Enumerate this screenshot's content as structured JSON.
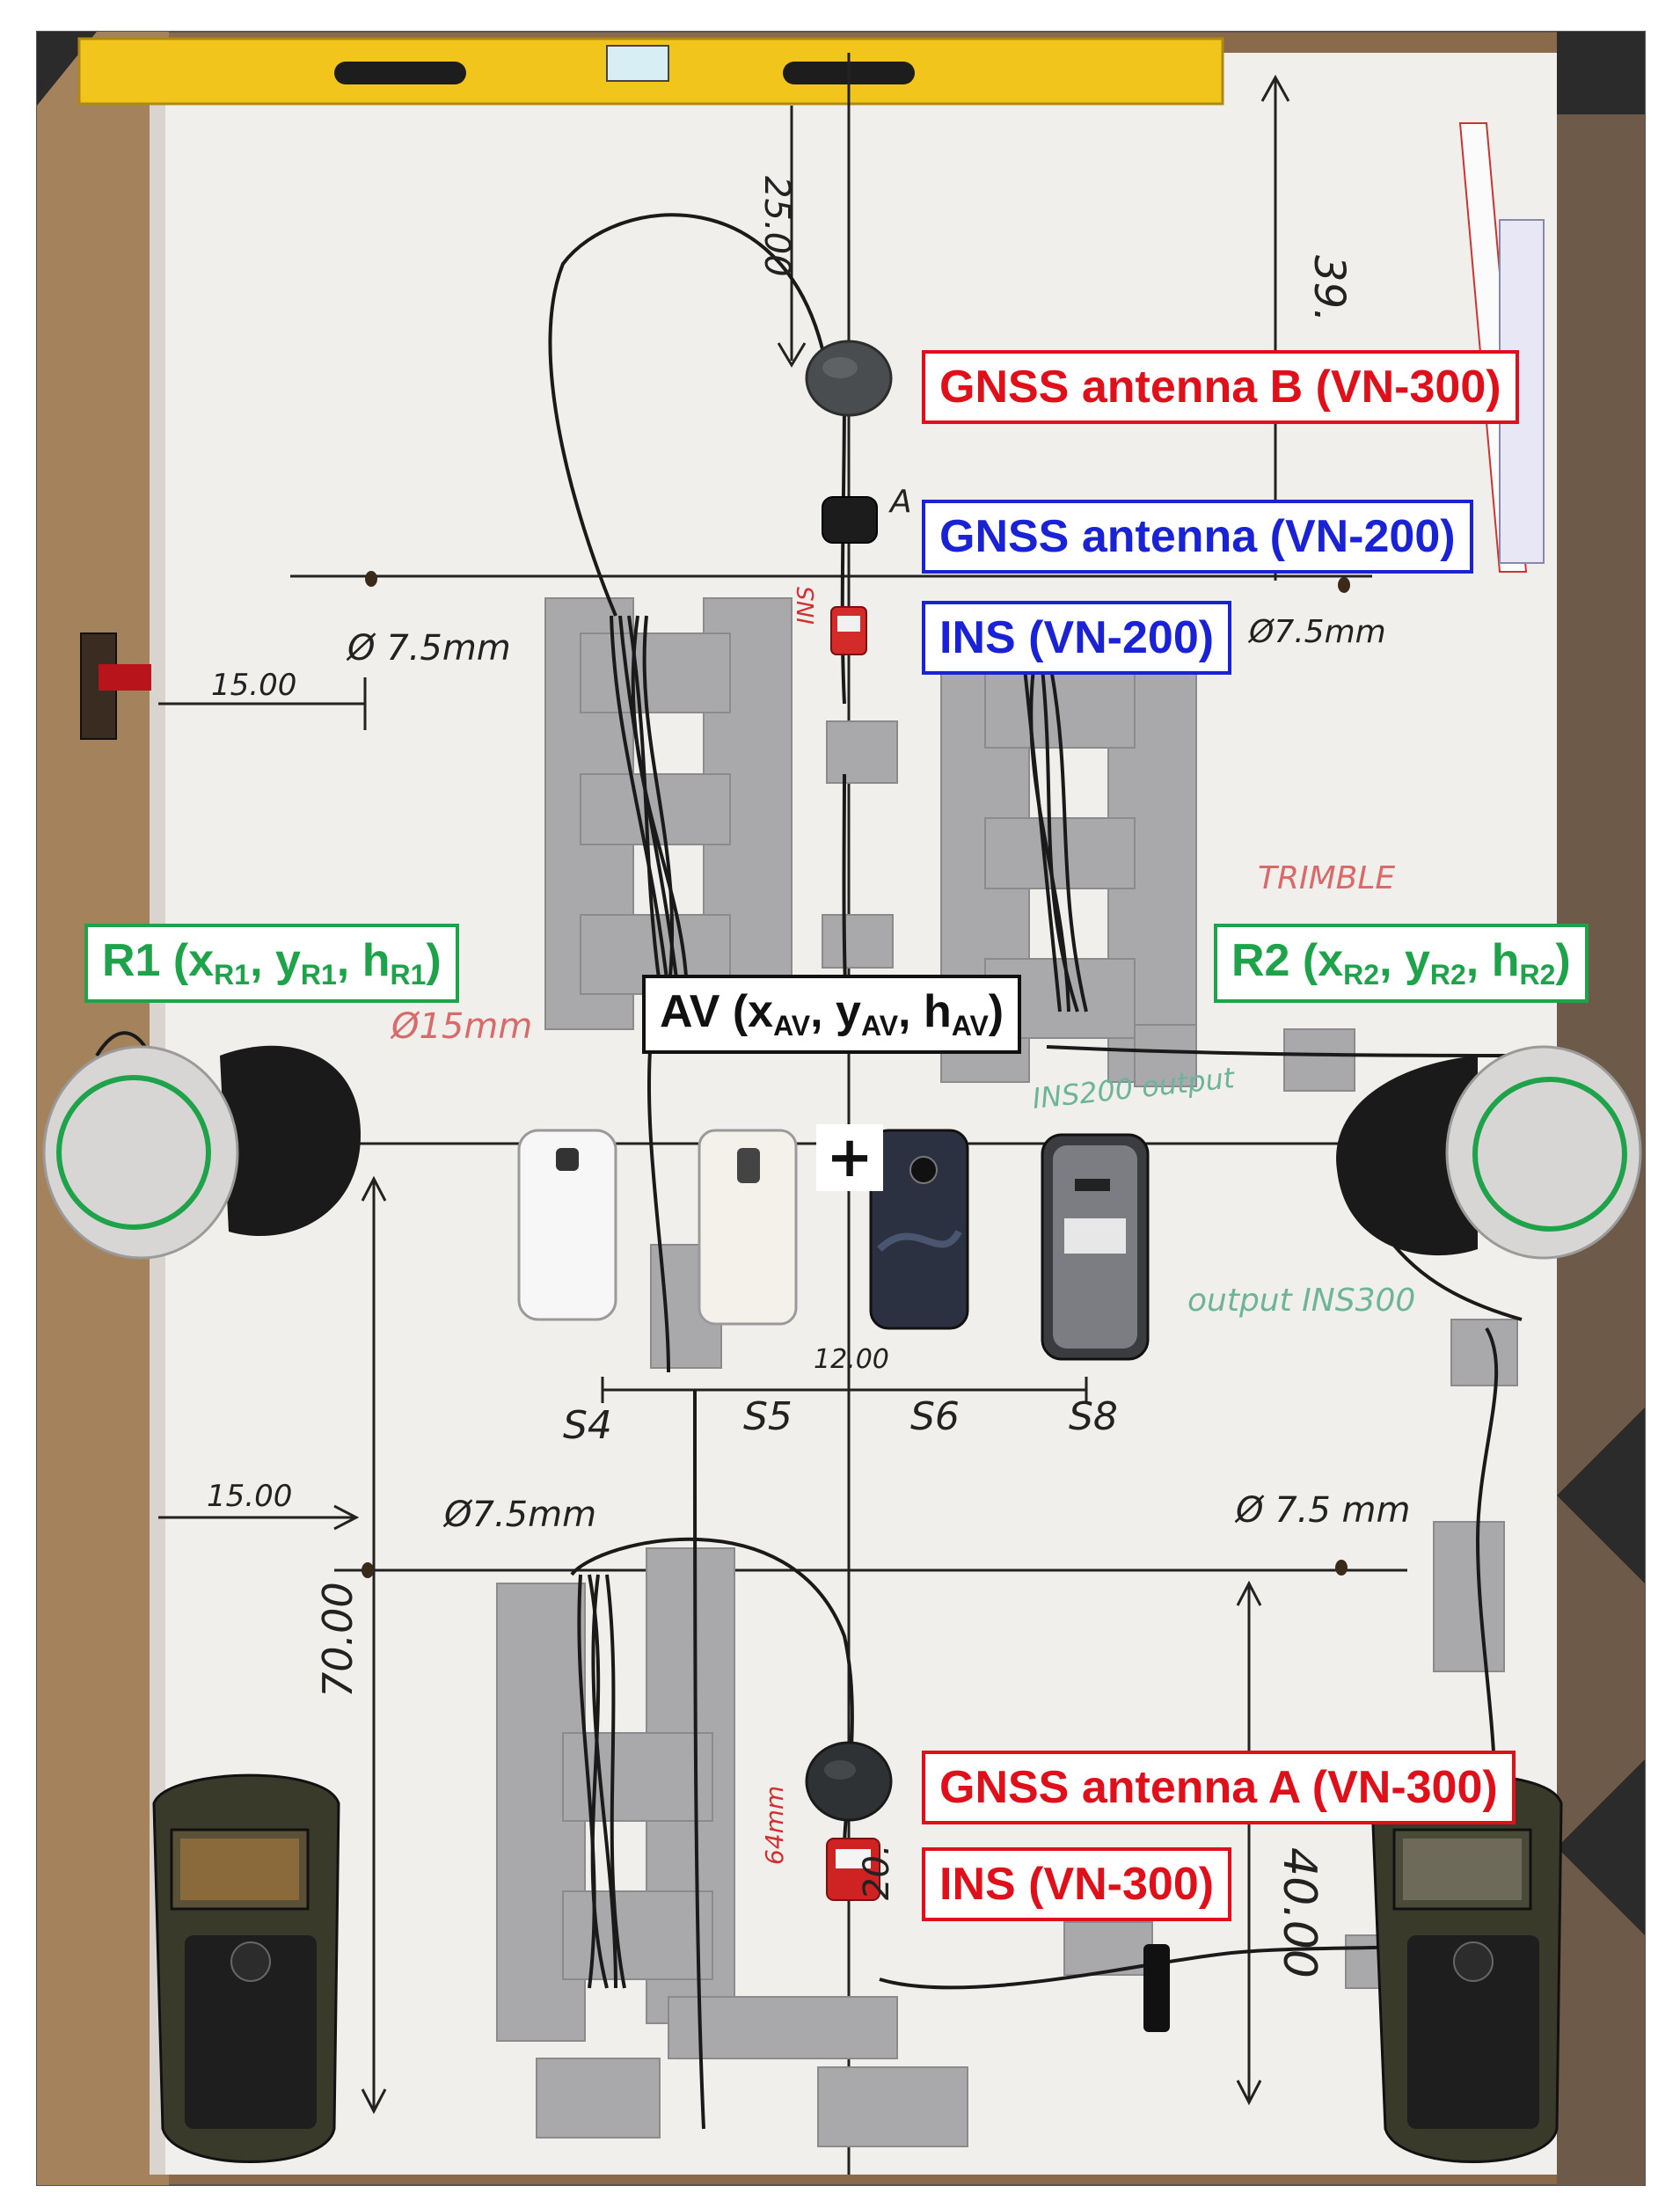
{
  "callouts": {
    "gnss_b": "GNSS antenna B (VN-300)",
    "gnss_200": "GNSS antenna (VN-200)",
    "ins_200": "INS (VN-200)",
    "gnss_a": "GNSS antenna A (VN-300)",
    "ins_300": "INS (VN-300)",
    "r1": {
      "base": "R1 (x",
      "s1": "R1",
      "m1": ", y",
      "s2": "R1",
      "m2": ", h",
      "s3": "R1",
      "end": ")"
    },
    "r2": {
      "base": "R2 (x",
      "s1": "R2",
      "m1": ", y",
      "s2": "R2",
      "m2": ", h",
      "s3": "R2",
      "end": ")"
    },
    "av": {
      "base": "AV (x",
      "s1": "AV",
      "m1": ", y",
      "s2": "AV",
      "m2": ", h",
      "s3": "AV",
      "end": ")"
    },
    "plus": "+"
  },
  "handwriting": {
    "dim_25": "25.00",
    "dim_39": "39.",
    "dia_tl": "Ø 7.5mm",
    "dia_tr": "Ø7.5mm",
    "dim_15_top": "15.00",
    "trimble": "TRIMBLE",
    "dia_15": "Ø15mm",
    "ins200_output": "INS200 output",
    "output_ins300": "output INS300",
    "dim_12": "12.00",
    "s4": "S4",
    "s5": "S5",
    "s6": "S6",
    "s8": "S8",
    "dim_15_bot": "15.00",
    "dia_bl": "Ø7.5mm",
    "dia_br": "Ø 7.5 mm",
    "dim_70": "70.00",
    "dim_40": "40.00",
    "dim_20": "20.",
    "label_64": "64mm",
    "label_ins": "INS",
    "label_A": "A"
  },
  "colors": {
    "board": "#f1efec",
    "floor": "#8a6a4a",
    "red": "#e0101a",
    "blue": "#1a22d6",
    "green": "#1ea34a",
    "tape": "#a9a9ab",
    "level": "#f2c51c"
  }
}
